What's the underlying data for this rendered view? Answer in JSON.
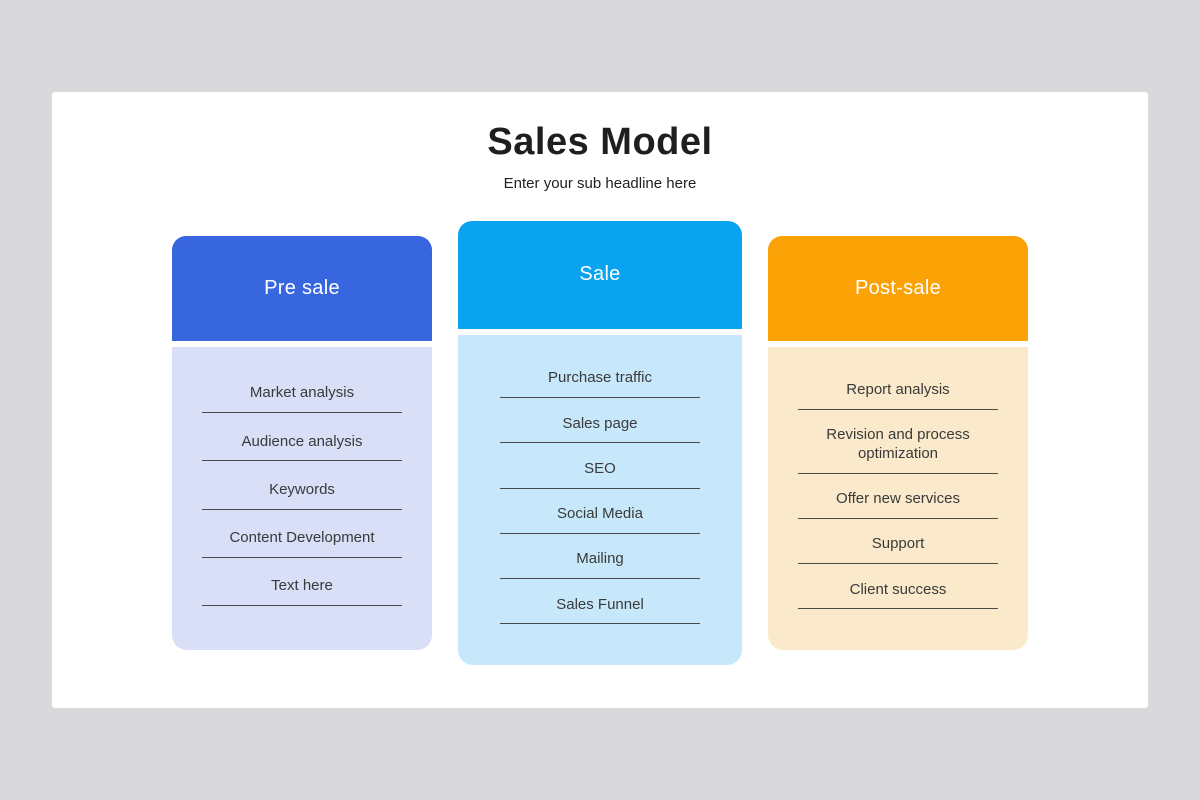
{
  "canvas": {
    "background_color": "#d9d9db"
  },
  "divider_color": "#4a4a4a",
  "slide": {
    "background_color": "#ffffff",
    "title": "Sales Model",
    "subtitle": "Enter your sub headline here"
  },
  "columns": [
    {
      "title": "Pre sale",
      "header_color": "#3866df",
      "body_color": "#d8dff6",
      "items": [
        "Market analysis",
        "Audience analysis",
        "Keywords",
        "Content Development",
        "Text here"
      ]
    },
    {
      "title": "Sale",
      "header_color": "#0aa3f0",
      "body_color": "#c7e8fb",
      "items": [
        "Purchase traffic",
        "Sales page",
        "SEO",
        "Social Media",
        "Mailing",
        "Sales Funnel"
      ]
    },
    {
      "title": "Post-sale",
      "header_color": "#fba306",
      "body_color": "#faeacb",
      "items": [
        "Report analysis",
        "Revision and process optimization",
        "Offer new services",
        "Support",
        "Client success"
      ]
    }
  ]
}
